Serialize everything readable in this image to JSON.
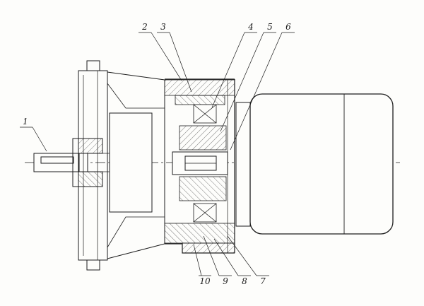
{
  "colors": {
    "ink": "#1c1c1c",
    "paper": "#fdfdfb"
  },
  "drawing": {
    "callouts": [
      {
        "label": "1"
      },
      {
        "label": "2"
      },
      {
        "label": "3"
      },
      {
        "label": "4"
      },
      {
        "label": "5"
      },
      {
        "label": "6"
      },
      {
        "label": "7"
      },
      {
        "label": "8"
      },
      {
        "label": "9"
      },
      {
        "label": "10"
      }
    ]
  }
}
